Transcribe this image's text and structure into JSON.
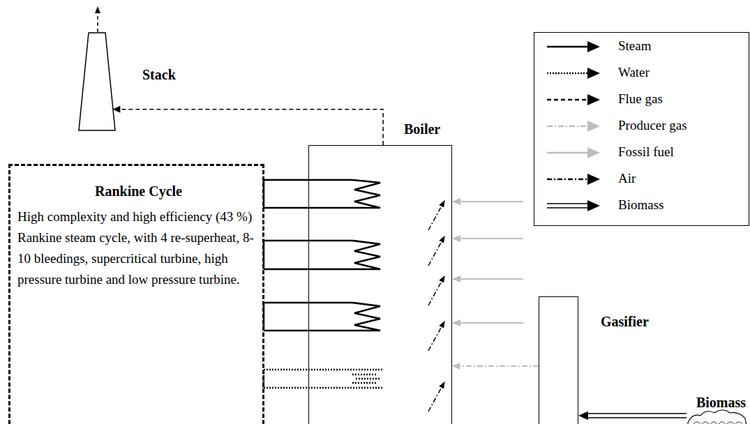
{
  "diagram": {
    "nodes": [
      {
        "text": [
          "Stack"
        ]
      },
      {
        "text": [
          "Boiler"
        ]
      },
      {
        "text": [
          "Rankine Cycle",
          "High complexity and high efficiency (43 %) Rankine steam cycle, with 4 re-superheat, 8-10 bleedings, supercritical turbine, high pressure turbine and low pressure turbine."
        ]
      },
      {
        "text": [
          "Gasifier"
        ]
      },
      {
        "text": [
          "Biomass"
        ]
      }
    ],
    "edges": [
      {
        "from": 1,
        "to": 0,
        "arrow": "to"
      },
      {
        "from": 3,
        "to": 1,
        "arrow": "to"
      },
      {
        "from": 4,
        "to": 3,
        "arrow": "to"
      }
    ],
    "legend": [
      {
        "text": "Steam"
      },
      {
        "text": "Water"
      },
      {
        "text": "Flue gas"
      },
      {
        "text": "Producer gas"
      },
      {
        "text": "Fossil fuel"
      },
      {
        "text": "Air"
      },
      {
        "text": "Biomass"
      }
    ]
  }
}
